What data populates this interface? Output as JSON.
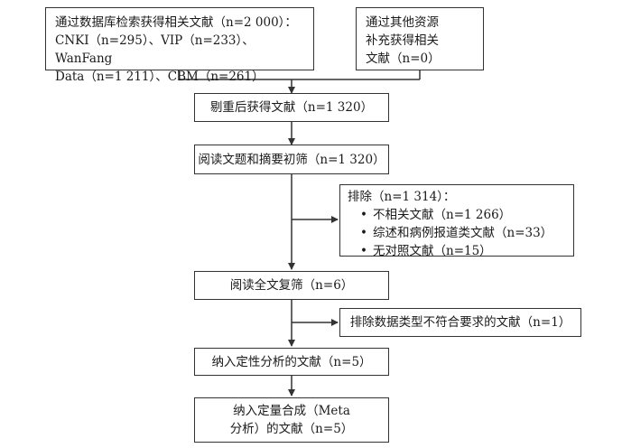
{
  "boxes": {
    "db_search": "通过数据库检索获得相关文献（n=2 000）：\nCNKI（n=295）、VIP（n=233）、WanFang\nData（n=1 211）、CBM（n=261）",
    "other_sources": "通过其他资源\n补充获得相关\n文献（n=0）",
    "after_dedup": "剔重后获得文献（n=1 320）",
    "title_abstract": "阅读文题和摘要初筛（n=1 320）",
    "full_text": "阅读全文复筛（n=6）",
    "qualitative": "纳入定性分析的文献（n=5）",
    "quantitative": "纳入定量合成（Meta\n分析）的文献（n=5）"
  },
  "exclusion1": {
    "title": "排除（n=1 314）：",
    "items": [
      "不相关文献（n=1 266）",
      "综述和病例报道类文献（n=33）",
      "无对照文献（n=15）"
    ]
  },
  "exclusion2": "排除数据类型不符合要求的文献（n=1）"
}
